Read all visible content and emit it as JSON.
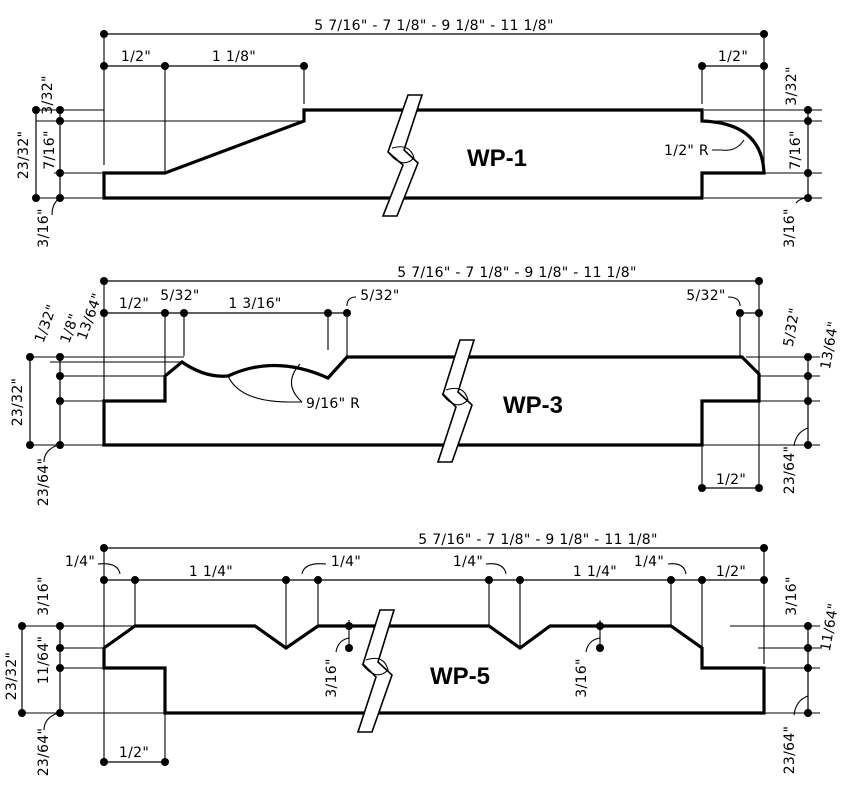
{
  "wp1": {
    "name": "WP-1",
    "overall": "5 7/16\" - 7 1/8\" - 9 1/8\" - 11 1/8\"",
    "top_left_a": "1/2\"",
    "top_left_b": "1 1/8\"",
    "top_right": "1/2\"",
    "radius": "1/2\" R",
    "left_top": "3/32\"",
    "left_mid": "7/16\"",
    "left_total": "23/32\"",
    "left_bottom": "3/16\"",
    "right_top": "3/32\"",
    "right_mid": "7/16\"",
    "right_bottom": "3/16\""
  },
  "wp3": {
    "name": "WP-3",
    "overall": "5 7/16\"  -  7 1/8\"  -  9 1/8\"  -  11 1/8\"",
    "top_a": "1/2\"",
    "top_b": "5/32\"",
    "top_c": "1 3/16\"",
    "top_d": "5/32\"",
    "top_right": "5/32\"",
    "radius": "9/16\" R",
    "left_a": "1/32\"",
    "left_b": "1/8\"",
    "left_c": "13/64\"",
    "left_total": "23/32\"",
    "left_bottom": "23/64\"",
    "right_a": "5/32\"",
    "right_b": "13/64\"",
    "right_bottom": "23/64\"",
    "bottom_right": "1/2\""
  },
  "wp5": {
    "name": "WP-5",
    "overall": "5 7/16\"  -  7 1/8\"  -  9 1/8\"  -  11 1/8\"",
    "top_a": "1/4\"",
    "top_b": "1 1/4\"",
    "top_c": "1/4\"",
    "top_d": "1/4\"",
    "top_e": "1 1/4\"",
    "top_f": "1/4\"",
    "top_right": "1/2\"",
    "groove_left": "3/16\"",
    "groove_right": "3/16\"",
    "left_a": "3/16\"",
    "left_b": "11/64\"",
    "left_total": "23/32\"",
    "left_bottom": "23/64\"",
    "right_a": "3/16\"",
    "right_b": "11/64\"",
    "right_bottom": "23/64\"",
    "bottom_left": "1/2\""
  }
}
